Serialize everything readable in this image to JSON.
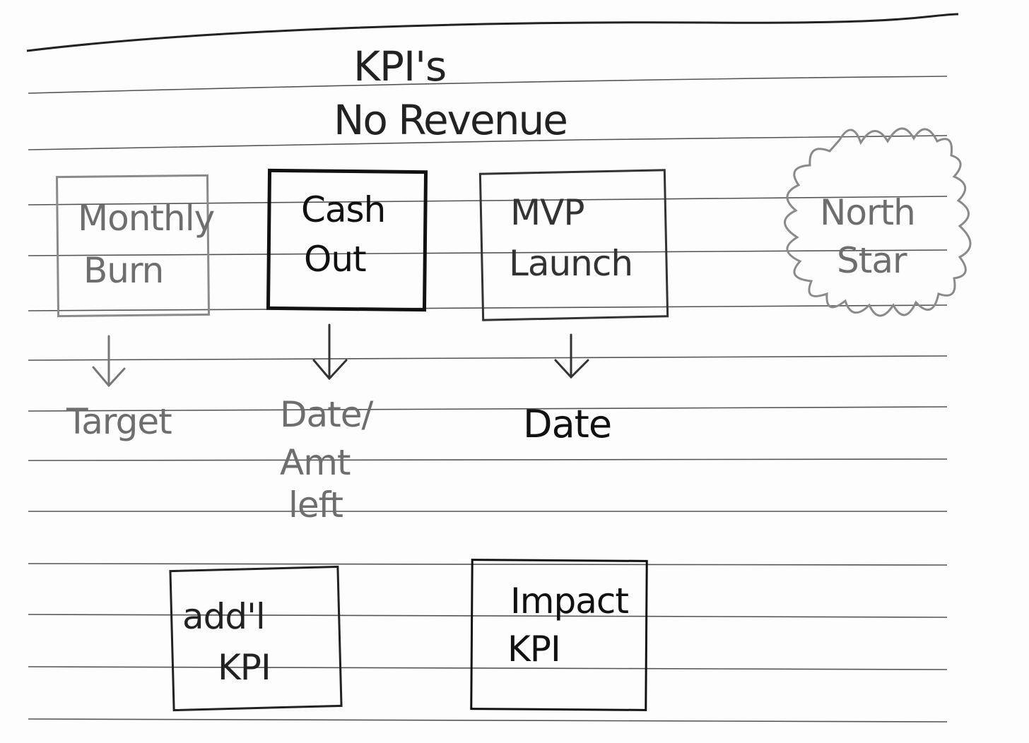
{
  "title": "KPI's",
  "subtitle": "No Revenue",
  "nodes": {
    "monthly_burn": {
      "label_line1": "Monthly",
      "label_line2": "Burn",
      "outcome": "Target"
    },
    "cash_out": {
      "label_line1": "Cash",
      "label_line2": "Out",
      "outcome_line1": "Date/",
      "outcome_line2": "Amt",
      "outcome_line3": "left"
    },
    "mvp_launch": {
      "label_line1": "MVP",
      "label_line2": "Launch",
      "outcome": "Date"
    },
    "north_star": {
      "label_line1": "North",
      "label_line2": "Star"
    },
    "addl_kpi": {
      "label_line1": "add'l",
      "label_line2": "KPI"
    },
    "impact_kpi": {
      "label_line1": "Impact",
      "label_line2": "KPI"
    }
  },
  "colors": {
    "ink_dark": "#111111",
    "ink_gray": "#6e6e6e",
    "rule_line": "#4a4a4a",
    "paper": "#fdfdfd"
  }
}
